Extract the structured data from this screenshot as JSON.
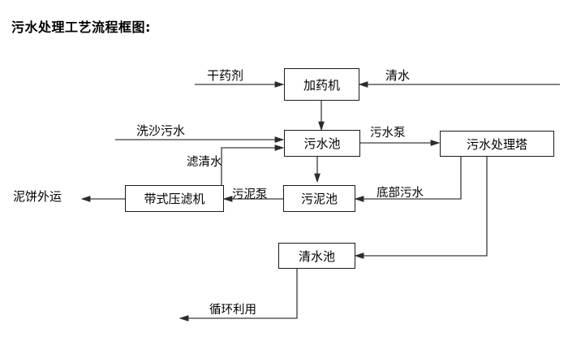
{
  "title": "污水处理工艺流程框图:",
  "colors": {
    "line": "#3a3a3a",
    "box_border": "#1a1a1a",
    "text": "#000000",
    "background": "#ffffff"
  },
  "nodes": [
    {
      "id": "dosing_machine",
      "label": "加药机"
    },
    {
      "id": "wastewater_pool",
      "label": "污水池"
    },
    {
      "id": "treatment_tower",
      "label": "污水处理塔"
    },
    {
      "id": "belt_filter_press",
      "label": "带式压滤机"
    },
    {
      "id": "sludge_pool",
      "label": "污泥池"
    },
    {
      "id": "clear_water_pool",
      "label": "清水池"
    }
  ],
  "inputs": [
    {
      "id": "dry_chemical",
      "label": "干药剂"
    },
    {
      "id": "clean_water",
      "label": "清水"
    },
    {
      "id": "sand_washing_wastewater",
      "label": "洗沙污水"
    }
  ],
  "outputs": [
    {
      "id": "mud_cake_out",
      "label": "泥饼外运"
    }
  ],
  "edge_labels": [
    {
      "id": "wastewater_pump",
      "label": "污水泵"
    },
    {
      "id": "filtered_clear_water",
      "label": "滤清水"
    },
    {
      "id": "sludge_pump",
      "label": "污泥泵"
    },
    {
      "id": "bottom_wastewater",
      "label": "底部污水"
    },
    {
      "id": "recycle_reuse",
      "label": "循环利用"
    }
  ],
  "chart_data": {
    "type": "flowchart",
    "title": "污水处理工艺流程框图:",
    "nodes": [
      "加药机",
      "污水池",
      "污水处理塔",
      "带式压滤机",
      "污泥池",
      "清水池",
      "干药剂",
      "清水",
      "洗沙污水",
      "泥饼外运"
    ],
    "edges": [
      {
        "from": "干药剂",
        "to": "加药机",
        "label": ""
      },
      {
        "from": "清水",
        "to": "加药机",
        "label": ""
      },
      {
        "from": "加药机",
        "to": "污水池",
        "label": ""
      },
      {
        "from": "洗沙污水",
        "to": "污水池",
        "label": ""
      },
      {
        "from": "带式压滤机",
        "to": "污水池",
        "label": "滤清水"
      },
      {
        "from": "污水池",
        "to": "污水处理塔",
        "label": "污水泵"
      },
      {
        "from": "污水池",
        "to": "污泥池",
        "label": ""
      },
      {
        "from": "污水处理塔",
        "to": "污泥池",
        "label": "底部污水"
      },
      {
        "from": "污水处理塔",
        "to": "清水池",
        "label": ""
      },
      {
        "from": "污泥池",
        "to": "带式压滤机",
        "label": "污泥泵"
      },
      {
        "from": "带式压滤机",
        "to": "泥饼外运",
        "label": ""
      },
      {
        "from": "清水池",
        "to": "循环利用",
        "label": "循环利用"
      }
    ]
  }
}
